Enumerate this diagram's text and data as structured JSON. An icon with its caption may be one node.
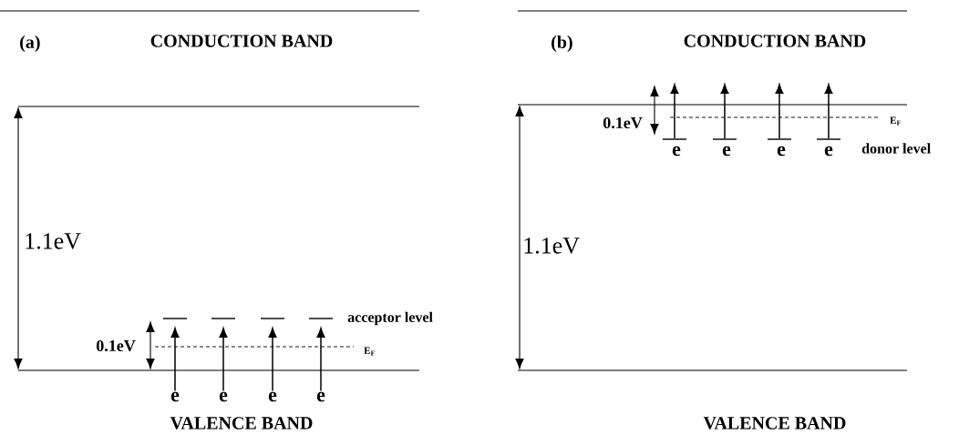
{
  "diagram": {
    "nodes": [
      {
        "text": [],
        "shape": "bar"
      },
      {
        "text": [],
        "shape": "bar"
      },
      {
        "text": [],
        "shape": "bar"
      },
      {
        "text": [],
        "shape": "bar"
      },
      {
        "text": [
          "e"
        ]
      },
      {
        "text": [
          "e"
        ]
      },
      {
        "text": [
          "e"
        ]
      },
      {
        "text": [
          "e"
        ]
      },
      {
        "text": [],
        "shape": "bar"
      },
      {
        "text": [],
        "shape": "bar"
      },
      {
        "text": [],
        "shape": "bar"
      },
      {
        "text": [],
        "shape": "bar"
      },
      {
        "text": [
          "e"
        ]
      },
      {
        "text": [
          "e"
        ]
      },
      {
        "text": [
          "e"
        ]
      },
      {
        "text": [
          "e"
        ]
      }
    ],
    "edges": [
      {
        "from": 4,
        "to": 0,
        "arrow": "to"
      },
      {
        "from": 5,
        "to": 1,
        "arrow": "to"
      },
      {
        "from": 6,
        "to": 2,
        "arrow": "to"
      },
      {
        "from": 7,
        "to": 3,
        "arrow": "to"
      },
      {
        "from": 8,
        "to": null,
        "arrow": "to"
      },
      {
        "from": 9,
        "to": null,
        "arrow": "to"
      },
      {
        "from": 10,
        "to": null,
        "arrow": "to"
      },
      {
        "from": 11,
        "to": null,
        "arrow": "to"
      }
    ],
    "labels": [
      "(a)",
      "CONDUCTION BAND",
      "1.1eV",
      "0.1eV",
      "acceptor level",
      "E$_{F}$",
      "VALENCE BAND",
      "(b)",
      "CONDUCTION BAND",
      "0.1eV",
      "E$_{F}$",
      "donor level",
      "1.1eV",
      "VALENCE BAND"
    ]
  }
}
